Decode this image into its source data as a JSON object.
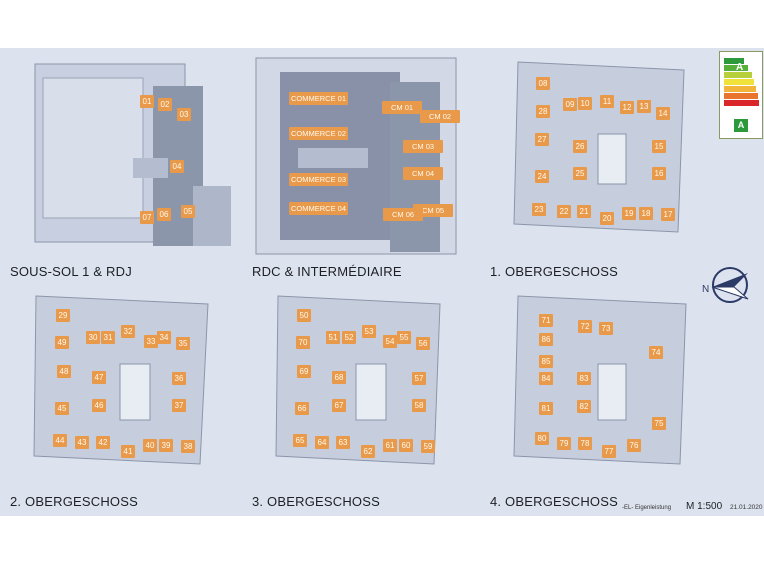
{
  "plans": [
    {
      "caption": "SOUS-SOL 1 & RDJ",
      "units": [
        "01",
        "02",
        "03",
        "04",
        "05",
        "06",
        "07"
      ]
    },
    {
      "caption": "RDC & INTERMÉDIAIRE",
      "units": [
        "COMMERCE 01",
        "COMMERCE 02",
        "COMMERCE 03",
        "COMMERCE 04",
        "CM 01",
        "CM 02",
        "CM 03",
        "CM 04",
        "CM 05",
        "CM 06"
      ]
    },
    {
      "caption": "1. OBERGESCHOSS",
      "units": [
        "08",
        "09",
        "10",
        "11",
        "12",
        "13",
        "14",
        "28",
        "27",
        "26",
        "15",
        "25",
        "16",
        "24",
        "23",
        "22",
        "21",
        "20",
        "19",
        "18",
        "17"
      ]
    },
    {
      "caption": "2. OBERGESCHOSS",
      "units": [
        "29",
        "30",
        "31",
        "32",
        "33",
        "34",
        "35",
        "49",
        "48",
        "47",
        "36",
        "46",
        "37",
        "45",
        "44",
        "43",
        "42",
        "41",
        "40",
        "39",
        "38"
      ]
    },
    {
      "caption": "3. OBERGESCHOSS",
      "units": [
        "50",
        "51",
        "52",
        "53",
        "54",
        "55",
        "56",
        "70",
        "69",
        "68",
        "57",
        "67",
        "58",
        "66",
        "65",
        "64",
        "63",
        "62",
        "61",
        "60",
        "59"
      ]
    },
    {
      "caption": "4. OBERGESCHOSS",
      "units": [
        "71",
        "72",
        "73",
        "86",
        "74",
        "85",
        "84",
        "83",
        "81",
        "82",
        "75",
        "80",
        "79",
        "78",
        "77",
        "76"
      ]
    }
  ],
  "footer": {
    "note": "-EL- Eigenleistung",
    "scale": "M 1:500",
    "date": "21.01.2020"
  },
  "energy_label": {
    "class_top": "A",
    "class_badge": "A"
  },
  "colors": {
    "unit": "#e89a4a",
    "sheet": "#dde3ee",
    "floor": "#8a93a8",
    "room": "#b8c1d4"
  }
}
